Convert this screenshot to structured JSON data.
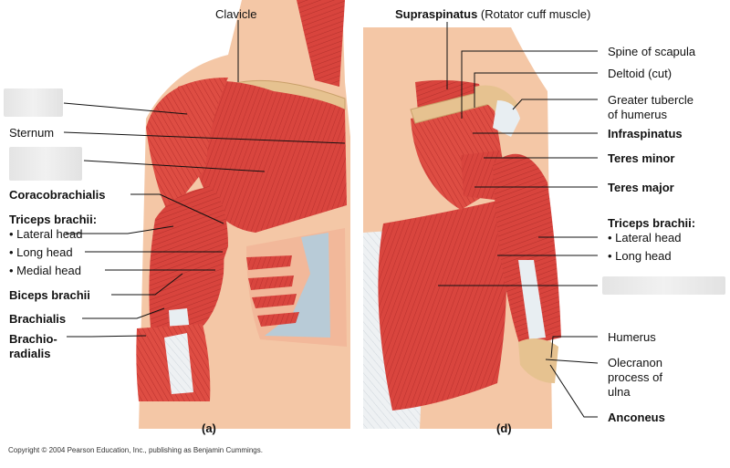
{
  "labels": {
    "clavicle": "Clavicle",
    "sternum": "Sternum",
    "coracobrachialis": "Coracobrachialis",
    "triceps_left": "Triceps brachii:",
    "lateral_head_left": "• Lateral head",
    "long_head_left": "• Long head",
    "medial_head": "• Medial head",
    "biceps": "Biceps brachii",
    "brachialis": "Brachialis",
    "brachioradialis_1": "Brachio-",
    "brachioradialis_2": "radialis",
    "supraspinatus": "Supraspinatus",
    "supraspinatus_note": " (Rotator cuff muscle)",
    "spine_scapula": "Spine of scapula",
    "deltoid_cut": "Deltoid (cut)",
    "greater_tubercle_1": "Greater tubercle",
    "greater_tubercle_2": "of humerus",
    "infraspinatus": "Infraspinatus",
    "teres_minor": "Teres minor",
    "teres_major": "Teres major",
    "triceps_right": "Triceps brachii:",
    "lateral_head_right": "• Lateral head",
    "long_head_right": "• Long head",
    "humerus": "Humerus",
    "olecranon_1": "Olecranon",
    "olecranon_2": "process of",
    "olecranon_3": "ulna",
    "anconeus": "Anconeus"
  },
  "panels": {
    "anterior": "(a)",
    "posterior": "(d)"
  },
  "copyright": "Copyright © 2004 Pearson Education, Inc., publishing as Benjamin Cummings.",
  "colors": {
    "muscle": "#d9453e",
    "muscle_dark": "#b52e2c",
    "muscle_light": "#ec7a6a",
    "skin": "#f4c7a6",
    "bone": "#e6c290",
    "tendon": "#e8eef2",
    "cartilage": "#a9cfe6"
  }
}
